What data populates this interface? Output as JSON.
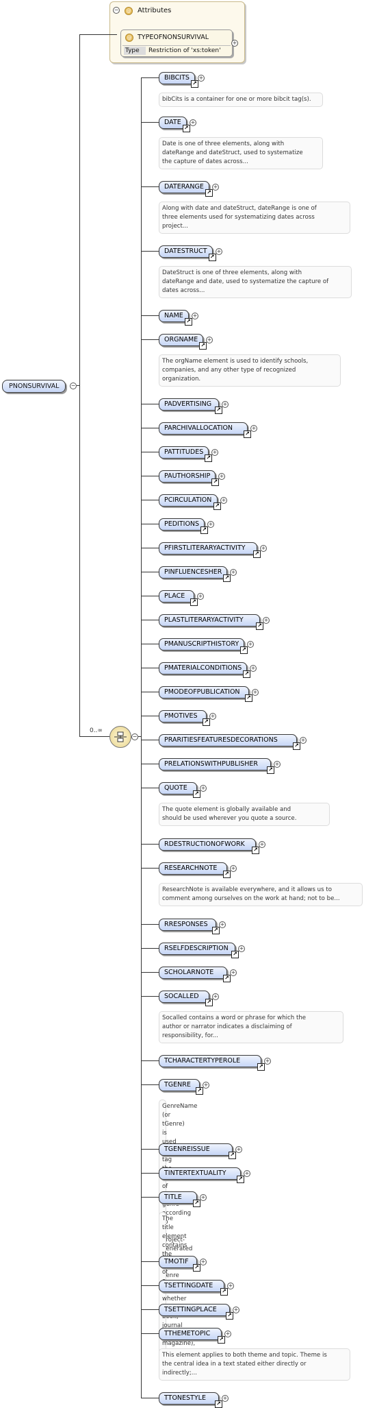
{
  "root": {
    "label": "PNONSURVIVAL"
  },
  "attributes": {
    "title": "Attributes",
    "item_name": "TYPEOFNONSURVIVAL",
    "type_label": "Type",
    "type_value": "Restriction of 'xs:token'"
  },
  "sequence": {
    "multiplicity": "0..∞"
  },
  "elements": [
    {
      "name": "BIBCITS",
      "doc": [
        "bibCits is a container for one or more bibcit tag(s)."
      ]
    },
    {
      "name": "DATE",
      "doc": [
        "Date is one of three elements, along with",
        "dateRange and dateStruct, used to systematize",
        "the capture of dates across..."
      ]
    },
    {
      "name": "DATERANGE",
      "doc": [
        "Along with date and dateStruct, dateRange is one of",
        "three elements used for systematizing dates across",
        "project..."
      ]
    },
    {
      "name": "DATESTRUCT",
      "doc": [
        "DateStruct is one of three elements, along with",
        "dateRange and date, used to systematize the capture of",
        "dates across..."
      ]
    },
    {
      "name": "NAME",
      "doc": []
    },
    {
      "name": "ORGNAME",
      "doc": [
        "The orgName element is used to identify schools,",
        "companies, and any other type of recognized",
        "organization."
      ]
    },
    {
      "name": "PADVERTISING",
      "doc": []
    },
    {
      "name": "PARCHIVALLOCATION",
      "doc": []
    },
    {
      "name": "PATTITUDES",
      "doc": []
    },
    {
      "name": "PAUTHORSHIP",
      "doc": []
    },
    {
      "name": "PCIRCULATION",
      "doc": []
    },
    {
      "name": "PEDITIONS",
      "doc": []
    },
    {
      "name": "PFIRSTLITERARYACTIVITY",
      "doc": []
    },
    {
      "name": "PINFLUENCESHER",
      "doc": []
    },
    {
      "name": "PLACE",
      "doc": []
    },
    {
      "name": "PLASTLITERARYACTIVITY",
      "doc": []
    },
    {
      "name": "PMANUSCRIPTHISTORY",
      "doc": []
    },
    {
      "name": "PMATERIALCONDITIONS",
      "doc": []
    },
    {
      "name": "PMODEOFPUBLICATION",
      "doc": []
    },
    {
      "name": "PMOTIVES",
      "doc": []
    },
    {
      "name": "PRARITIESFEATURESDECORATIONS",
      "doc": []
    },
    {
      "name": "PRELATIONSWITHPUBLISHER",
      "doc": []
    },
    {
      "name": "QUOTE",
      "doc": [
        "The quote element is globally available and",
        "should be used wherever you quote a source."
      ]
    },
    {
      "name": "RDESTRUCTIONOFWORK",
      "doc": []
    },
    {
      "name": "RESEARCHNOTE",
      "doc": [
        "ResearchNote is available everywhere, and it allows us to",
        "comment among ourselves on the work at hand; not to be..."
      ]
    },
    {
      "name": "RRESPONSES",
      "doc": []
    },
    {
      "name": "RSELFDESCRIPTION",
      "doc": []
    },
    {
      "name": "SCHOLARNOTE",
      "doc": []
    },
    {
      "name": "SOCALLED",
      "doc": [
        "Socalled contains a word or phrase for which the",
        "author or narrator indicates a disclaiming of",
        "responsibility, for..."
      ]
    },
    {
      "name": "TCHARACTERTYPEROLE",
      "doc": []
    },
    {
      "name": "TGENRE",
      "doc": [
        "GenreName (or tGenre) is used to tag the name of",
        "the genre according to a project-generated list of",
        "genre names."
      ]
    },
    {
      "name": "TGENREISSUE",
      "doc": []
    },
    {
      "name": "TINTERTEXTUALITY",
      "doc": []
    },
    {
      "name": "TITLE",
      "doc": [
        "The title element contains the title of a work,",
        "whether article, book, journal (newspaper,",
        "magazine), series, or..."
      ]
    },
    {
      "name": "TMOTIF",
      "doc": []
    },
    {
      "name": "TSETTINGDATE",
      "doc": []
    },
    {
      "name": "TSETTINGPLACE",
      "doc": []
    },
    {
      "name": "TTHEMETOPIC",
      "doc": [
        "This element applies to both theme and topic. Theme is",
        "the central idea in a text stated either directly or",
        "indirectly;..."
      ]
    },
    {
      "name": "TTONESTYLE",
      "doc": []
    }
  ]
}
